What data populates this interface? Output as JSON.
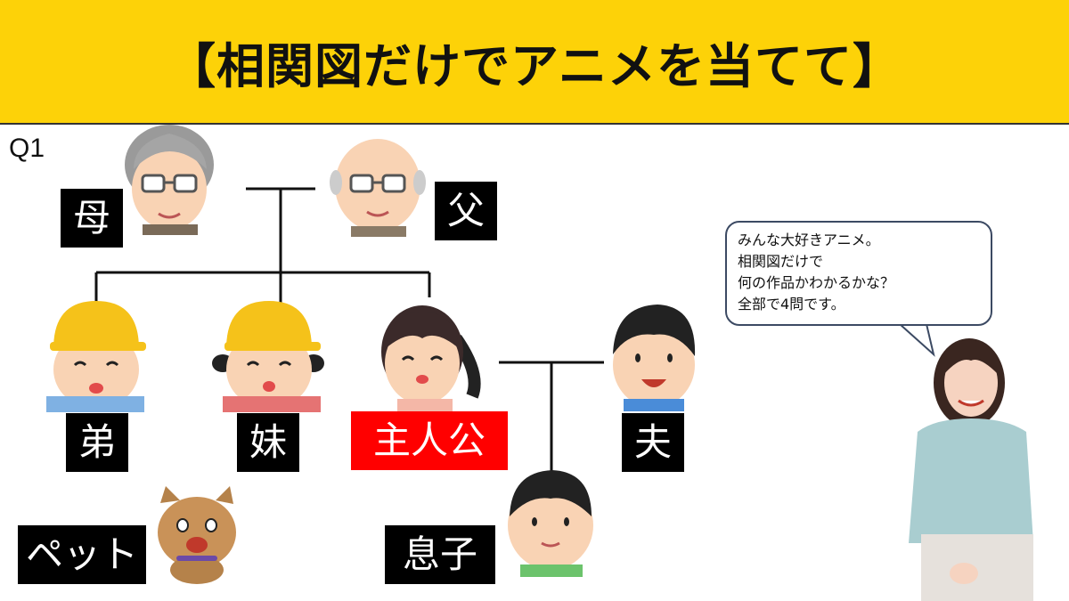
{
  "title": "【相関図だけでアニメを当てて】",
  "question_number": "Q1",
  "labels": {
    "mother": "母",
    "father": "父",
    "younger_brother": "弟",
    "younger_sister": "妹",
    "protagonist": "主人公",
    "husband": "夫",
    "pet": "ペット",
    "son": "息子"
  },
  "bubble_lines": [
    "みんな大好きアニメ。",
    "相関図だけで",
    "何の作品かわかるかな？",
    "全部で4問です。"
  ],
  "colors": {
    "header_bg": "#fdd208",
    "label_bg": "#000000",
    "protagonist_bg": "#ff0000"
  }
}
